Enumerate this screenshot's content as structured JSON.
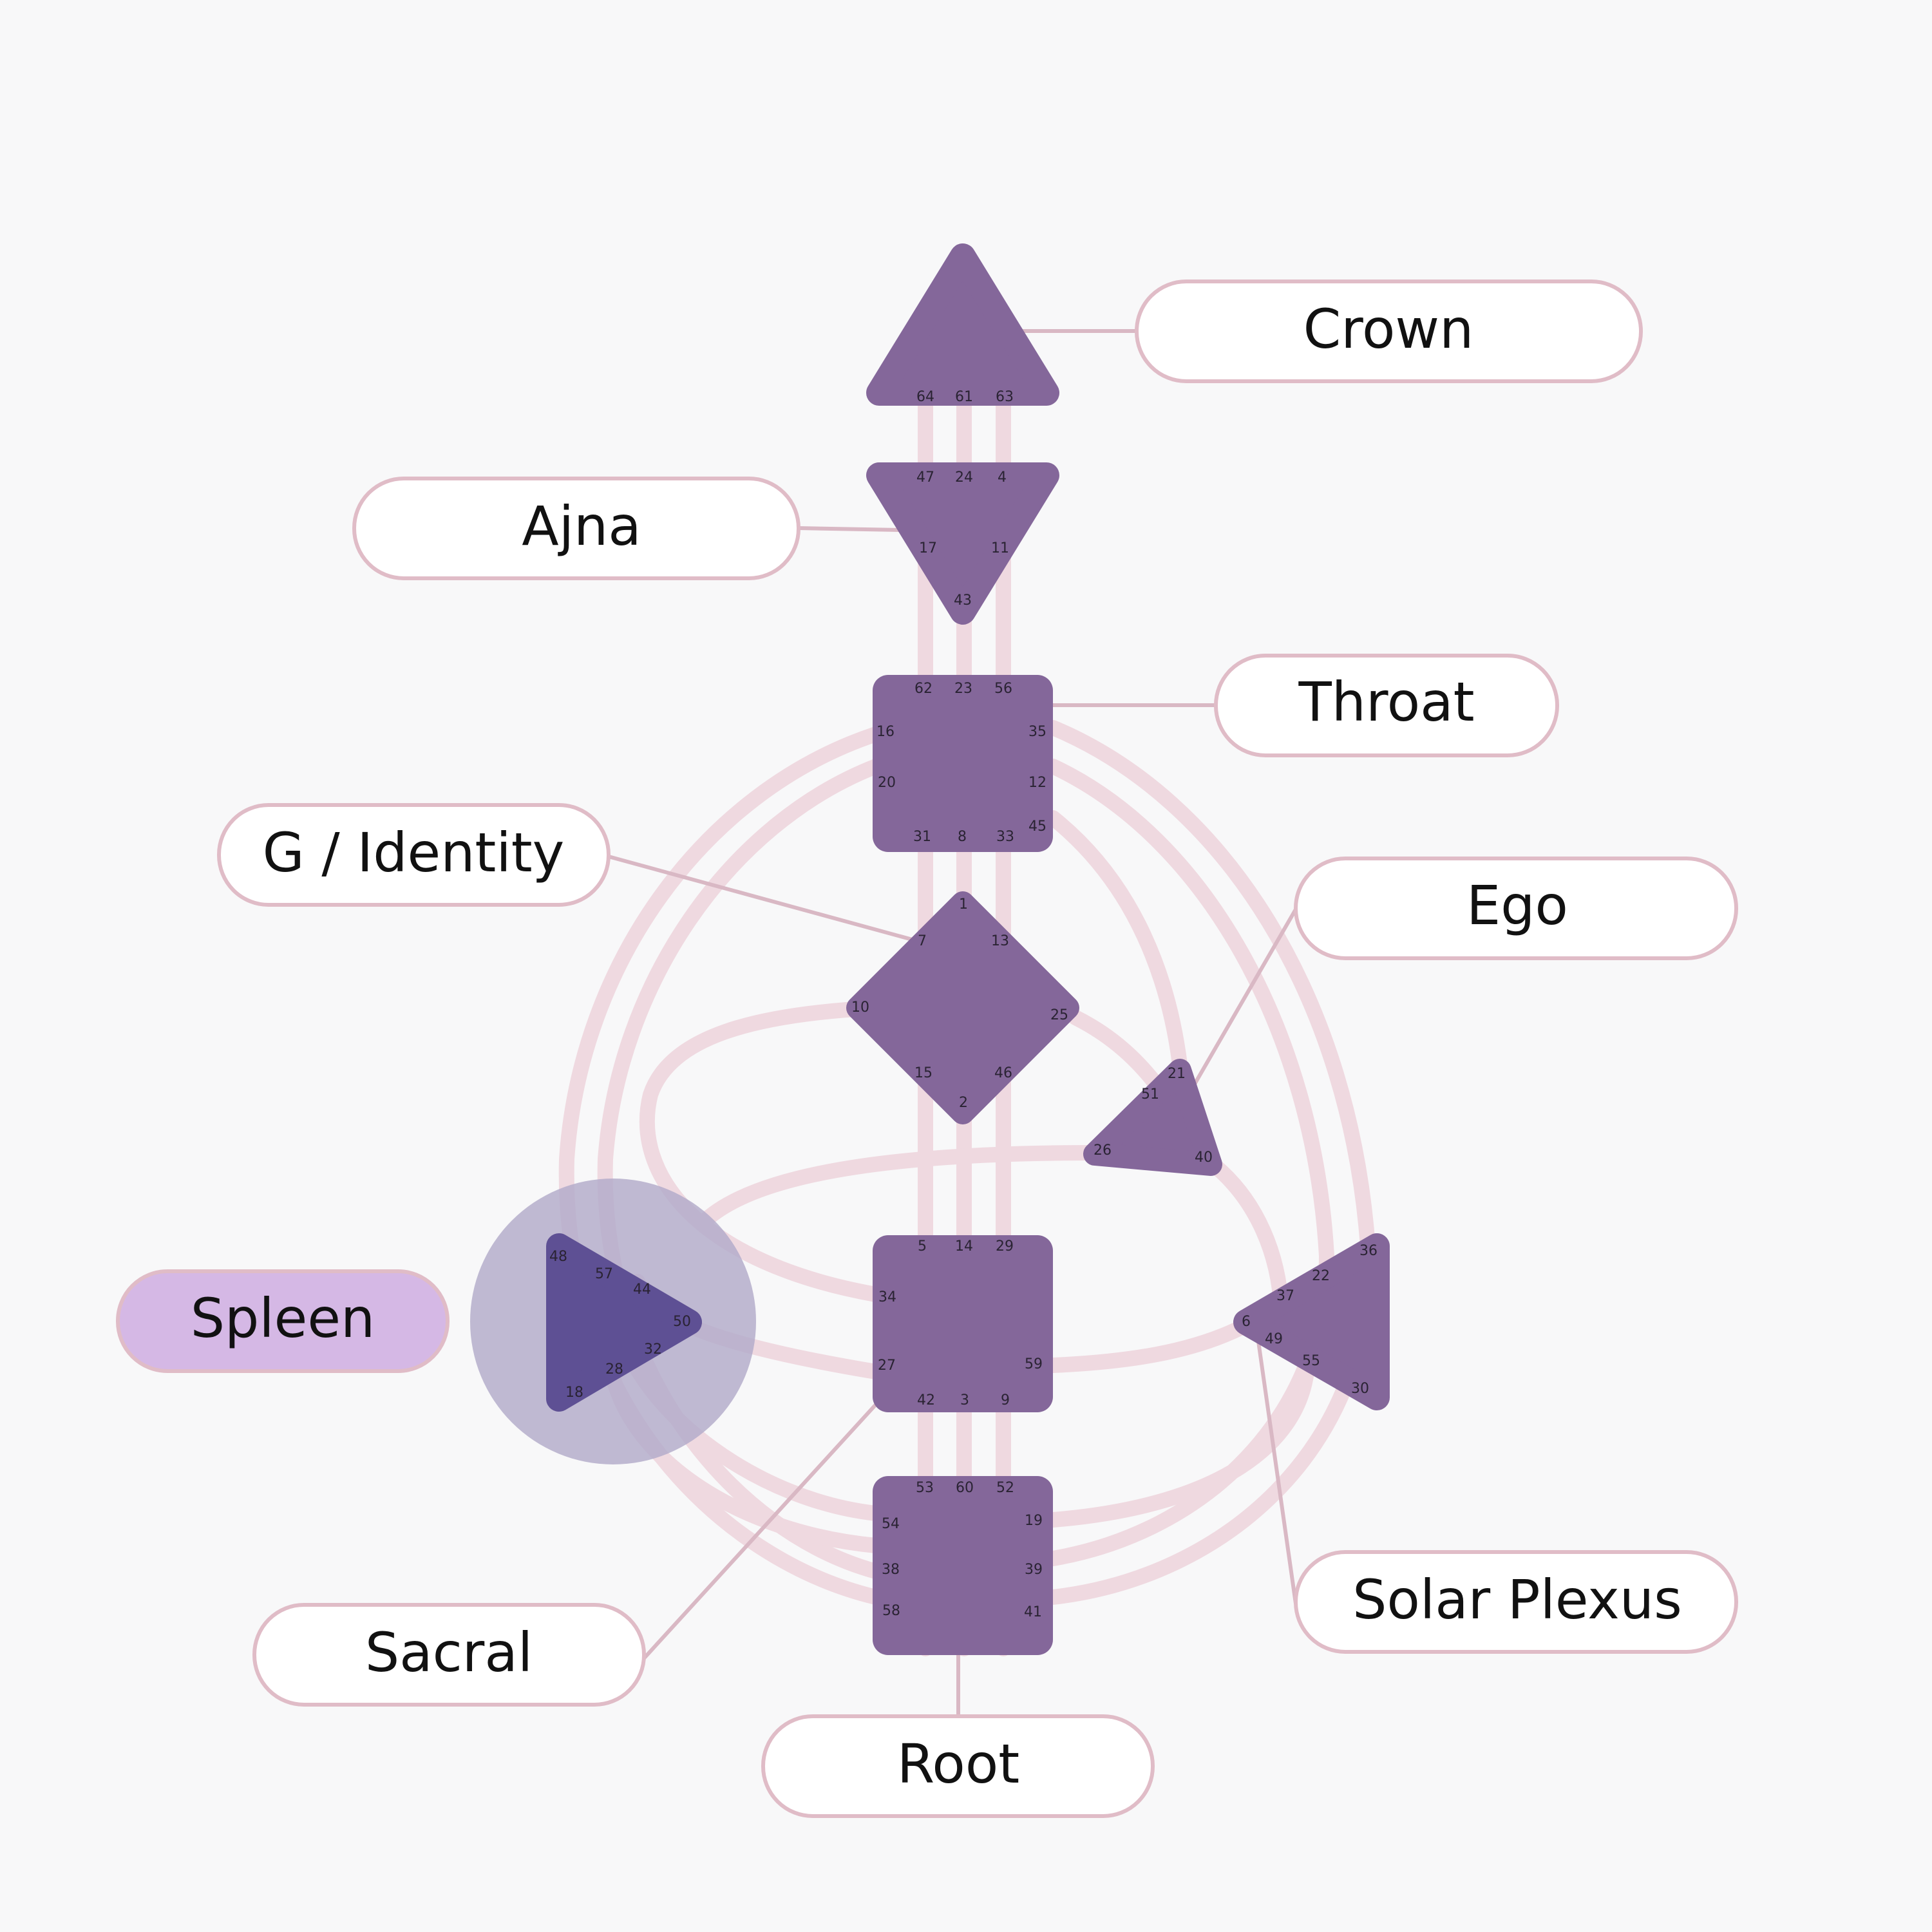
{
  "colors": {
    "background": "#f8f8f9",
    "center_fill": "#84679a",
    "channel": "#efd9e0",
    "connector": "#d9b8c4",
    "pill_fill": "#ffffff",
    "pill_border": "#e0bcc7",
    "highlight_pill": "#d5b8e5",
    "highlight_center": "#5e5094",
    "highlight_halo": "#b2abc9"
  },
  "highlighted_center": "spleen",
  "centers": {
    "crown": {
      "label": "Crown",
      "gates": [
        "64",
        "61",
        "63"
      ]
    },
    "ajna": {
      "label": "Ajna",
      "gates": [
        "47",
        "24",
        "4",
        "17",
        "11",
        "43"
      ]
    },
    "throat": {
      "label": "Throat",
      "gates": [
        "62",
        "23",
        "56",
        "16",
        "35",
        "20",
        "12",
        "31",
        "8",
        "33",
        "45"
      ]
    },
    "g": {
      "label": "G / Identity",
      "gates": [
        "1",
        "7",
        "13",
        "10",
        "25",
        "15",
        "46",
        "2"
      ]
    },
    "ego": {
      "label": "Ego",
      "gates": [
        "21",
        "51",
        "26",
        "40"
      ]
    },
    "spleen": {
      "label": "Spleen",
      "gates": [
        "48",
        "57",
        "44",
        "50",
        "32",
        "28",
        "18"
      ]
    },
    "sacral": {
      "label": "Sacral",
      "gates": [
        "5",
        "14",
        "29",
        "34",
        "27",
        "59",
        "42",
        "3",
        "9"
      ]
    },
    "solar": {
      "label": "Solar Plexus",
      "gates": [
        "36",
        "22",
        "37",
        "6",
        "49",
        "55",
        "30"
      ]
    },
    "root": {
      "label": "Root",
      "gates": [
        "53",
        "60",
        "52",
        "54",
        "19",
        "38",
        "39",
        "58",
        "41"
      ]
    }
  }
}
